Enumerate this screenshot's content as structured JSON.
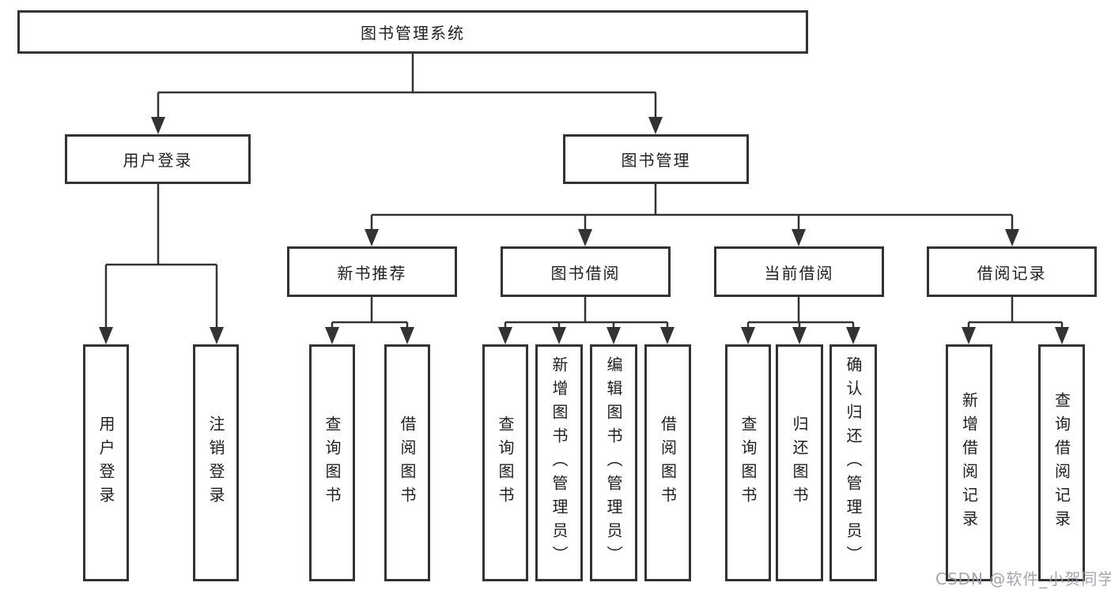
{
  "tree": {
    "label": "图书管理系统",
    "children": [
      {
        "label": "用户登录",
        "children": [
          {
            "label": "用户登录"
          },
          {
            "label": "注销登录"
          }
        ]
      },
      {
        "label": "图书管理",
        "children": [
          {
            "label": "新书推荐",
            "children": [
              {
                "label": "查询图书"
              },
              {
                "label": "借阅图书"
              }
            ]
          },
          {
            "label": "图书借阅",
            "children": [
              {
                "label": "查询图书"
              },
              {
                "label": "新增图书（管理员）"
              },
              {
                "label": "编辑图书（管理员）"
              },
              {
                "label": "借阅图书"
              }
            ]
          },
          {
            "label": "当前借阅",
            "children": [
              {
                "label": "查询图书"
              },
              {
                "label": "归还图书"
              },
              {
                "label": "确认归还（管理员）"
              }
            ]
          },
          {
            "label": "借阅记录",
            "children": [
              {
                "label": "新增借阅记录"
              },
              {
                "label": "查询借阅记录"
              }
            ]
          }
        ]
      }
    ]
  },
  "watermark": {
    "text": "CSDN @软件_小贺同学"
  },
  "colors": {
    "line": "#333333",
    "text": "#1f1f1f",
    "watermark": "#9b9ca4",
    "background": "#ffffff"
  }
}
